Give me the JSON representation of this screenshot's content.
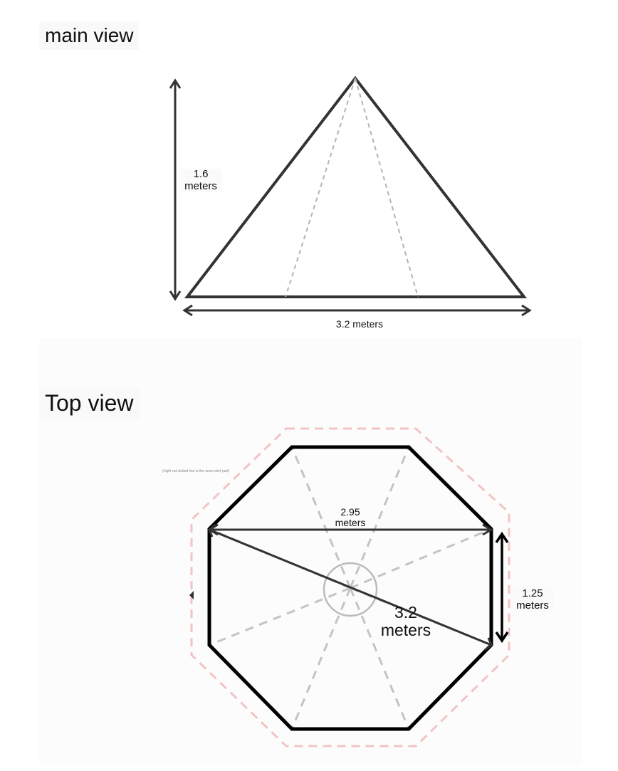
{
  "main_view": {
    "title": "main view",
    "height_label_line1": "1.6",
    "height_label_line2": "meters",
    "width_label": "3.2 meters"
  },
  "top_view": {
    "title": "Top view",
    "note": "(Light red dotted line is the snow skirt part)",
    "across_label_line1": "2.95",
    "across_label_line2": "meters",
    "diagonal_label_line1": "3.2",
    "diagonal_label_line2": "meters",
    "side_label_line1": "1.25",
    "side_label_line2": "meters"
  },
  "colors": {
    "outline": "#333333",
    "dashed": "#b3b3b3",
    "skirt": "#f2c4c4",
    "octagon": "#000000"
  }
}
